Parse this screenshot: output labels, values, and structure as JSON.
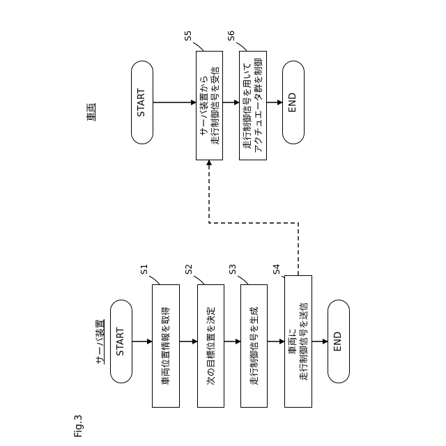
{
  "figure_label": "Fig.3",
  "server": {
    "title": "サーバ装置",
    "start": "START",
    "end": "END",
    "steps": [
      {
        "id": "S1",
        "text": "車両位置情報を取得"
      },
      {
        "id": "S2",
        "text": "次の目標位置を決定"
      },
      {
        "id": "S3",
        "text": "走行制御信号を生成"
      },
      {
        "id": "S4",
        "text": "車両に\n走行制御信号を送信"
      }
    ]
  },
  "vehicle": {
    "title": "車両",
    "start": "START",
    "end": "END",
    "steps": [
      {
        "id": "S5",
        "text": "サーバ装置から\n走行制御信号を受信"
      },
      {
        "id": "S6",
        "text": "走行制御信号を用いて\nアクチュエータ群を制御"
      }
    ]
  }
}
